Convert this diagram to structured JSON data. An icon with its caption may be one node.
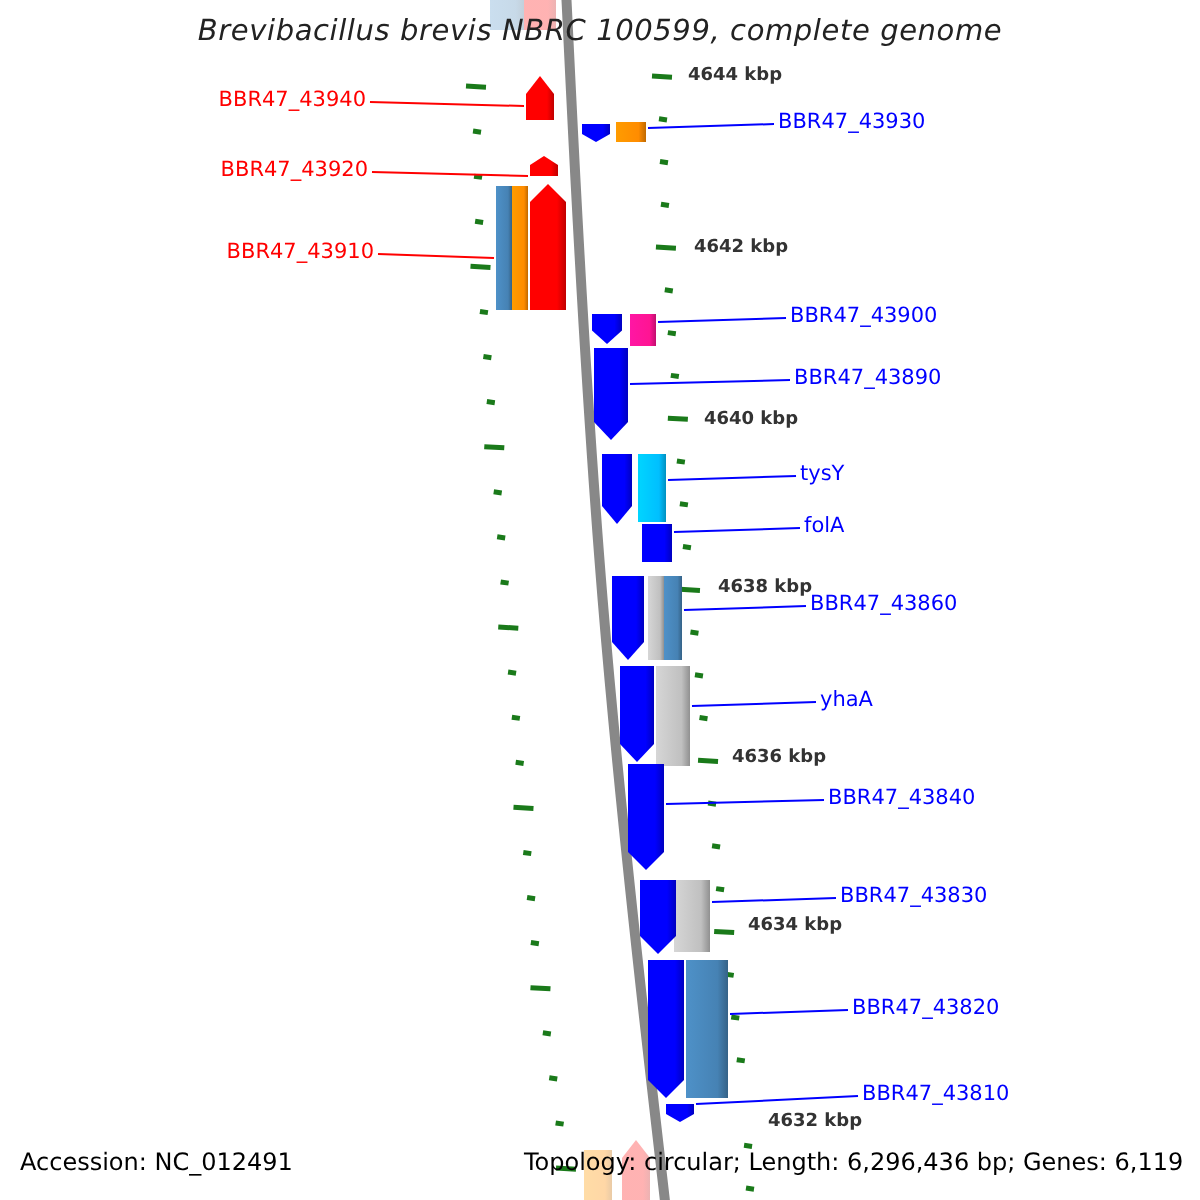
{
  "diagram": {
    "title": "Brevibacillus brevis NBRC 100599, complete genome",
    "nodes": [
      {
        "text": [
          "BBR47_43940"
        ]
      },
      {
        "text": [],
        "shape": "arrow"
      },
      {
        "text": [
          "BBR47_43920"
        ]
      },
      {
        "text": [],
        "shape": "arrow"
      },
      {
        "text": [
          "BBR47_43910"
        ]
      },
      {
        "text": [],
        "shape": "box"
      },
      {
        "text": [
          "BBR47_43930"
        ]
      },
      {
        "text": [],
        "shape": "box"
      },
      {
        "text": [
          "BBR47_43900"
        ]
      },
      {
        "text": [],
        "shape": "box"
      },
      {
        "text": [
          "BBR47_43890"
        ]
      },
      {
        "text": [],
        "shape": "arrow"
      },
      {
        "text": [
          "tysY"
        ]
      },
      {
        "text": [],
        "shape": "box"
      },
      {
        "text": [
          "folA"
        ]
      },
      {
        "text": [],
        "shape": "box"
      },
      {
        "text": [
          "BBR47_43860"
        ]
      },
      {
        "text": [],
        "shape": "box"
      },
      {
        "text": [
          "yhaA"
        ]
      },
      {
        "text": [],
        "shape": "box"
      },
      {
        "text": [
          "BBR47_43840"
        ]
      },
      {
        "text": [],
        "shape": "arrow"
      },
      {
        "text": [
          "BBR47_43830"
        ]
      },
      {
        "text": [],
        "shape": "box"
      },
      {
        "text": [
          "BBR47_43820"
        ]
      },
      {
        "text": [],
        "shape": "box"
      },
      {
        "text": [
          "BBR47_43810"
        ]
      },
      {
        "text": [],
        "shape": "arrow"
      },
      {
        "text": [],
        "shape": "box"
      },
      {
        "text": [],
        "shape": "box"
      },
      {
        "text": [],
        "shape": "arrow"
      },
      {
        "text": [],
        "shape": "box"
      },
      {
        "text": [],
        "shape": "arrow"
      },
      {
        "text": [],
        "shape": "arrow"
      },
      {
        "text": [],
        "shape": "arrow"
      },
      {
        "text": [],
        "shape": "arrow"
      },
      {
        "text": [],
        "shape": "box"
      },
      {
        "text": [],
        "shape": "arrow"
      },
      {
        "text": [],
        "shape": "arrow"
      },
      {
        "text": [],
        "shape": "arrow"
      },
      {
        "text": [],
        "shape": "arrow"
      },
      {
        "text": [],
        "shape": "box"
      }
    ],
    "edges": [
      {
        "from": 0,
        "to": 1,
        "arrow": "none",
        "color": "#ff0000"
      },
      {
        "from": 2,
        "to": 3,
        "arrow": "none",
        "color": "#ff0000"
      },
      {
        "from": 4,
        "to": 5,
        "arrow": "none",
        "color": "#ff0000"
      },
      {
        "from": 6,
        "to": 7,
        "arrow": "none"
      },
      {
        "from": 8,
        "to": 9,
        "arrow": "none"
      },
      {
        "from": 10,
        "to": 11,
        "arrow": "none"
      },
      {
        "from": 12,
        "to": 13,
        "arrow": "none"
      },
      {
        "from": 14,
        "to": 15,
        "arrow": "none"
      },
      {
        "from": 16,
        "to": 17,
        "arrow": "none"
      },
      {
        "from": 18,
        "to": 19,
        "arrow": "none"
      },
      {
        "from": 20,
        "to": 21,
        "arrow": "none"
      },
      {
        "from": 22,
        "to": 23,
        "arrow": "none"
      },
      {
        "from": 24,
        "to": 25,
        "arrow": "none"
      },
      {
        "from": 26,
        "to": 27,
        "arrow": "none"
      }
    ],
    "labels": [
      "4644 kbp",
      "4642 kbp",
      "4640 kbp",
      "4638 kbp",
      "4636 kbp",
      "4634 kbp",
      "4632 kbp",
      "Accession: NC_012491",
      "Topology: circular; Length: 6,296,436 bp; Genes: 6,119"
    ]
  }
}
